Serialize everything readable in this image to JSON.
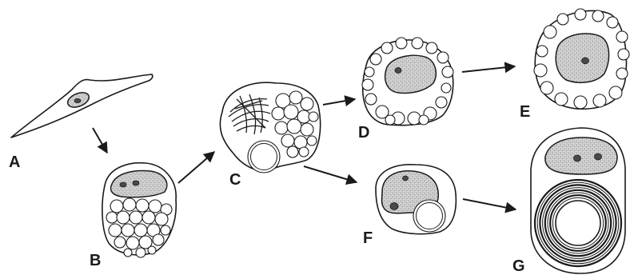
{
  "labels": {
    "a": "A",
    "b": "B",
    "c": "C",
    "d": "D",
    "e": "E",
    "f": "F",
    "g": "G"
  },
  "colors": {
    "ink": "#1a1a1a",
    "nucleus_fill": "#cfcfcf",
    "background": "#ffffff"
  }
}
